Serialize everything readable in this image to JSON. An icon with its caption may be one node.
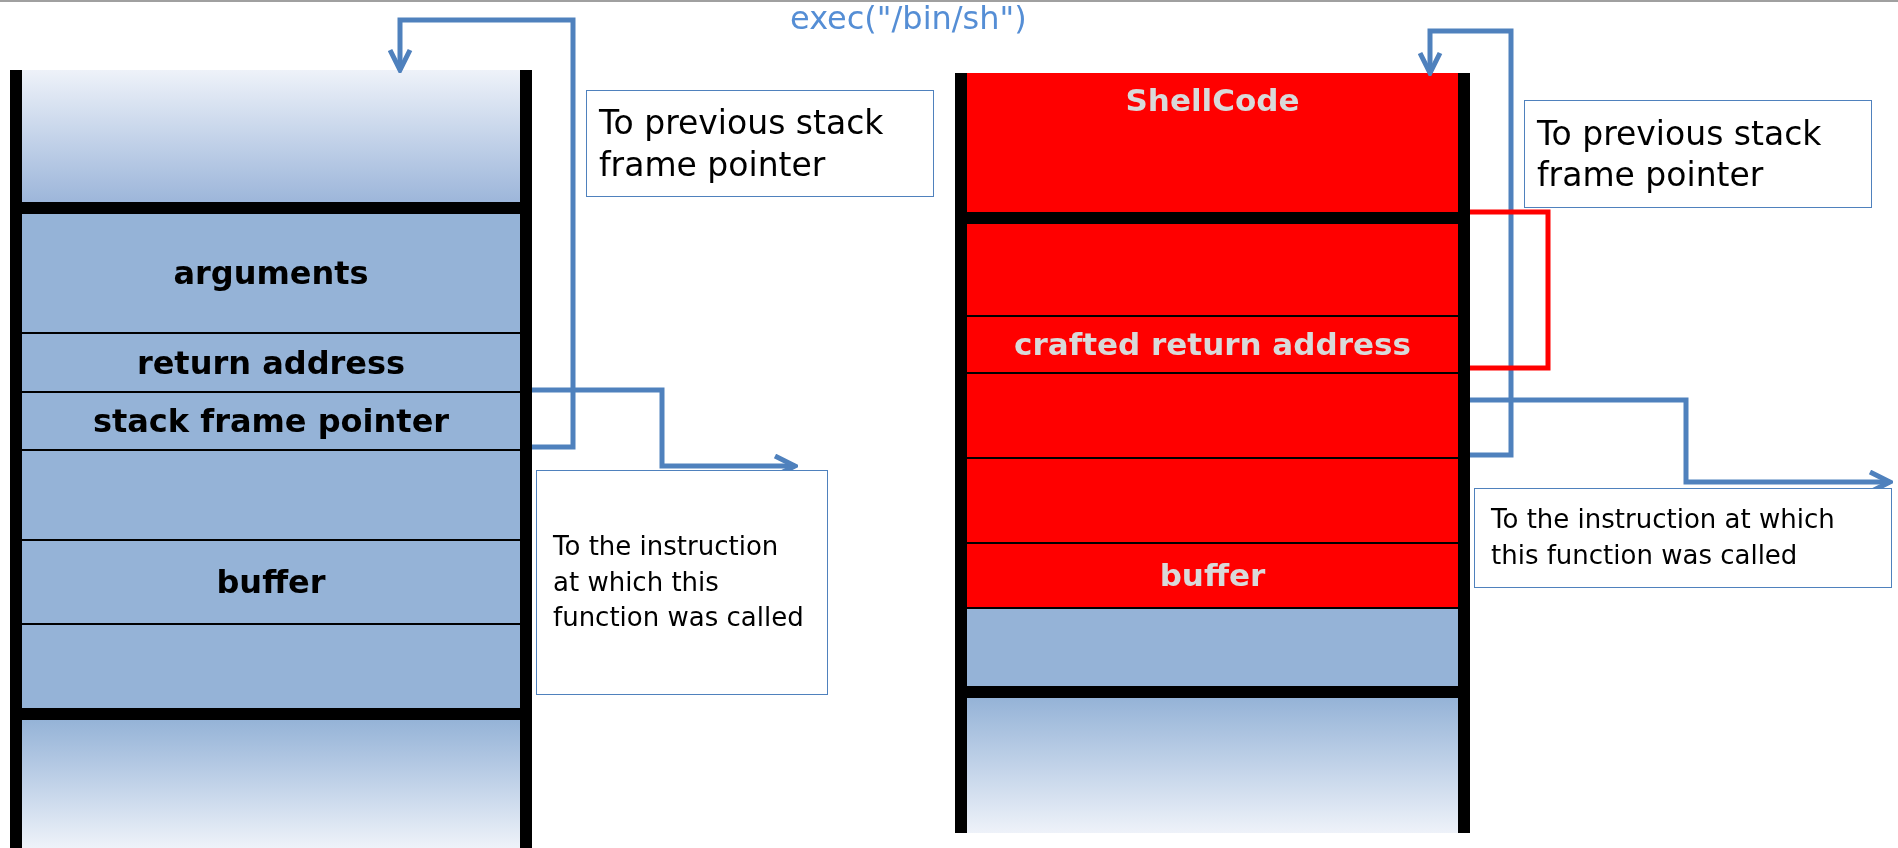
{
  "diagram": {
    "nodes": [
      {
        "text": [],
        "shape": "box"
      },
      {
        "text": [
          "arguments"
        ]
      },
      {
        "text": [
          "return address"
        ]
      },
      {
        "text": [
          "stack frame pointer"
        ]
      },
      {
        "text": [],
        "shape": "box"
      },
      {
        "text": [
          "buffer"
        ]
      },
      {
        "text": [],
        "shape": "box"
      },
      {
        "text": [],
        "shape": "box"
      },
      {
        "text": [
          "To previous stack frame pointer"
        ]
      },
      {
        "text": [
          "To the instruction at which this function was called"
        ]
      },
      {
        "text": [
          "ShellCode"
        ]
      },
      {
        "text": [],
        "shape": "box"
      },
      {
        "text": [
          "crafted return address"
        ]
      },
      {
        "text": [],
        "shape": "box"
      },
      {
        "text": [],
        "shape": "box"
      },
      {
        "text": [
          "buffer"
        ]
      },
      {
        "text": [],
        "shape": "box"
      },
      {
        "text": [],
        "shape": "box"
      },
      {
        "text": [
          "To previous stack frame pointer"
        ]
      },
      {
        "text": [
          "To the instruction at which this function was called"
        ]
      }
    ],
    "edges": [
      {
        "from": 3,
        "to": 0,
        "arrow": "to"
      },
      {
        "from": 2,
        "to": 9,
        "arrow": "to"
      },
      {
        "from": 13,
        "to": 10,
        "arrow": "to"
      },
      {
        "from": 13,
        "to": 19,
        "arrow": "to"
      },
      {
        "from": 12,
        "to": 10,
        "arrow": "none",
        "color": "#ff0000"
      }
    ],
    "labels": [
      "exec(\"/bin/sh\")"
    ]
  }
}
